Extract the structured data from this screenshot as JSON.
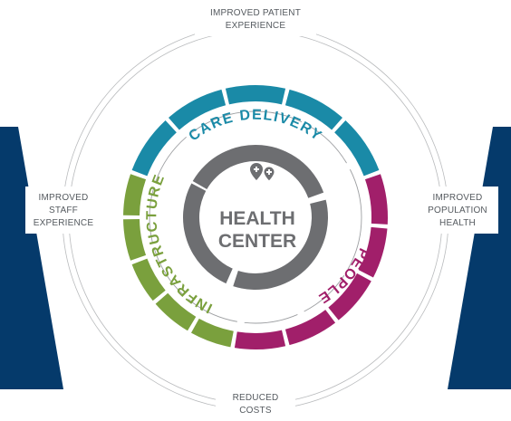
{
  "outcomes": {
    "top": [
      "IMPROVED PATIENT",
      "EXPERIENCE"
    ],
    "left": [
      "IMPROVED",
      "STAFF",
      "EXPERIENCE"
    ],
    "right": [
      "IMPROVED",
      "POPULATION",
      "HEALTH"
    ],
    "bottom": [
      "REDUCED",
      "COSTS"
    ]
  },
  "hub": {
    "line1": "HEALTH",
    "line2": "CENTER",
    "icon": "location-pin-plus-icon"
  },
  "segments": {
    "care_delivery": "CARE DELIVERY",
    "people": "PEOPLE",
    "infrastructure": "INFRASTRUCTURE"
  },
  "colors": {
    "navy": "#053a6b",
    "teal": "#1a8aa7",
    "magenta": "#a11f6a",
    "green": "#7aa03d",
    "gray": "#6d6e71",
    "text": "#555a5f"
  }
}
